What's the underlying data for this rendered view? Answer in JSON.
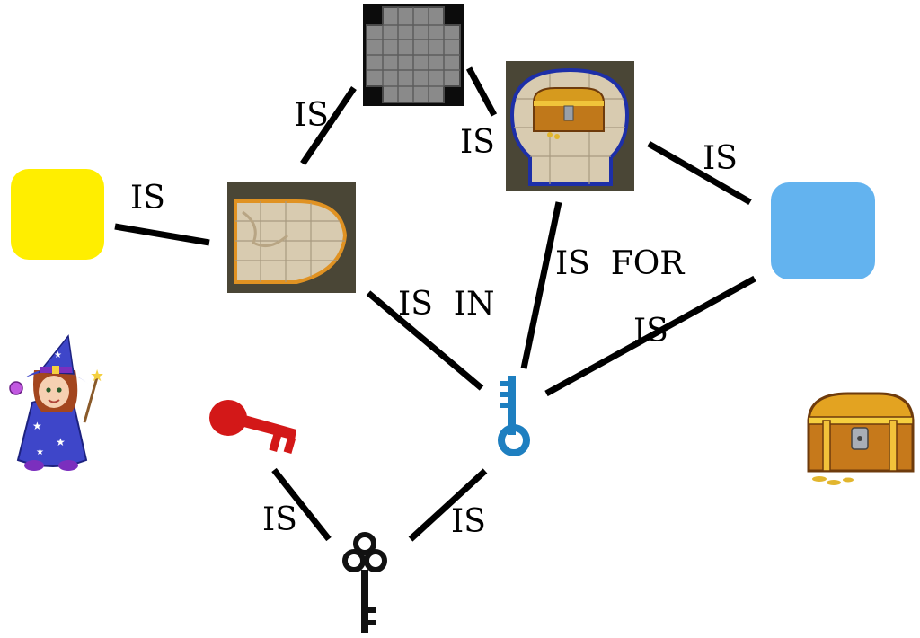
{
  "diagram": {
    "nodes": {
      "yellow_square": {
        "color": "#ffee00",
        "icon": "yellow-square"
      },
      "blue_square": {
        "color": "#63b3ef",
        "icon": "blue-square"
      },
      "dungeon_tile": {
        "icon": "dungeon-tile-icon"
      },
      "orange_room": {
        "icon": "orange-outlined-room-icon",
        "outline_color": "#e09222"
      },
      "blue_room": {
        "icon": "blue-outlined-room-with-treasure-icon",
        "outline_color": "#1d2fa8"
      },
      "blue_key": {
        "icon": "blue-key-icon",
        "color": "#1e7fc0"
      },
      "red_key": {
        "icon": "red-key-icon",
        "color": "#d31818"
      },
      "black_key": {
        "icon": "black-key-icon",
        "color": "#111111"
      },
      "wizard": {
        "icon": "wizard-icon"
      },
      "treasure_chest": {
        "icon": "treasure-chest-icon"
      }
    },
    "edges": [
      {
        "from": "yellow_square",
        "to": "orange_room",
        "label": "IS"
      },
      {
        "from": "orange_room",
        "to": "dungeon_tile",
        "label": "IS"
      },
      {
        "from": "blue_room",
        "to": "dungeon_tile",
        "label": "IS"
      },
      {
        "from": "blue_room",
        "to": "blue_square",
        "label": "IS"
      },
      {
        "from": "blue_key",
        "to": "orange_room",
        "label": "IS IN"
      },
      {
        "from": "blue_key",
        "to": "blue_room",
        "label": "IS FOR"
      },
      {
        "from": "blue_key",
        "to": "blue_square",
        "label": "IS"
      },
      {
        "from": "red_key",
        "to": "black_key",
        "label": "IS"
      },
      {
        "from": "blue_key",
        "to": "black_key",
        "label": "IS"
      }
    ]
  }
}
